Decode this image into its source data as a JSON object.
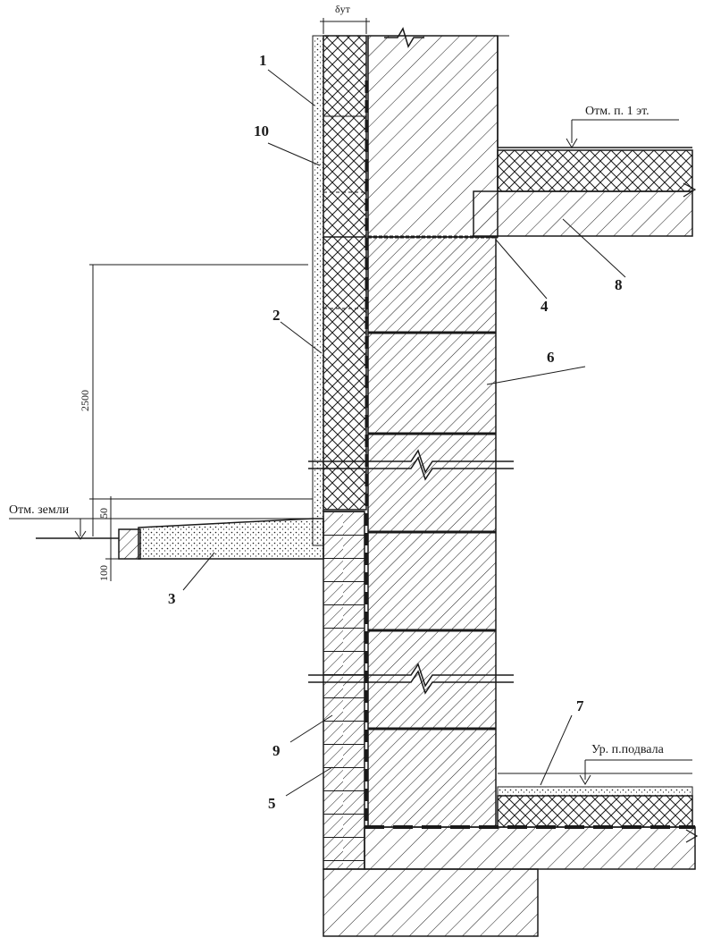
{
  "callouts": [
    {
      "id": "1",
      "text": "1"
    },
    {
      "id": "2",
      "text": "2"
    },
    {
      "id": "3",
      "text": "3"
    },
    {
      "id": "4",
      "text": "4"
    },
    {
      "id": "5",
      "text": "5"
    },
    {
      "id": "6",
      "text": "6"
    },
    {
      "id": "7",
      "text": "7"
    },
    {
      "id": "8",
      "text": "8"
    },
    {
      "id": "9",
      "text": "9"
    },
    {
      "id": "10",
      "text": "10"
    }
  ],
  "annotations": {
    "floor_level": "Отм. п. 1 эт.",
    "ground_level": "Отм. земли",
    "basement_level": "Ур. п.подвала",
    "insulation_thickness": "δут"
  },
  "dimensions": {
    "height_2500": "2500",
    "offset_50": "50",
    "depth_100": "100"
  },
  "colors": {
    "line": "#1a1a1a",
    "paper": "#ffffff",
    "concrete_fill": "#f2f2f2"
  }
}
